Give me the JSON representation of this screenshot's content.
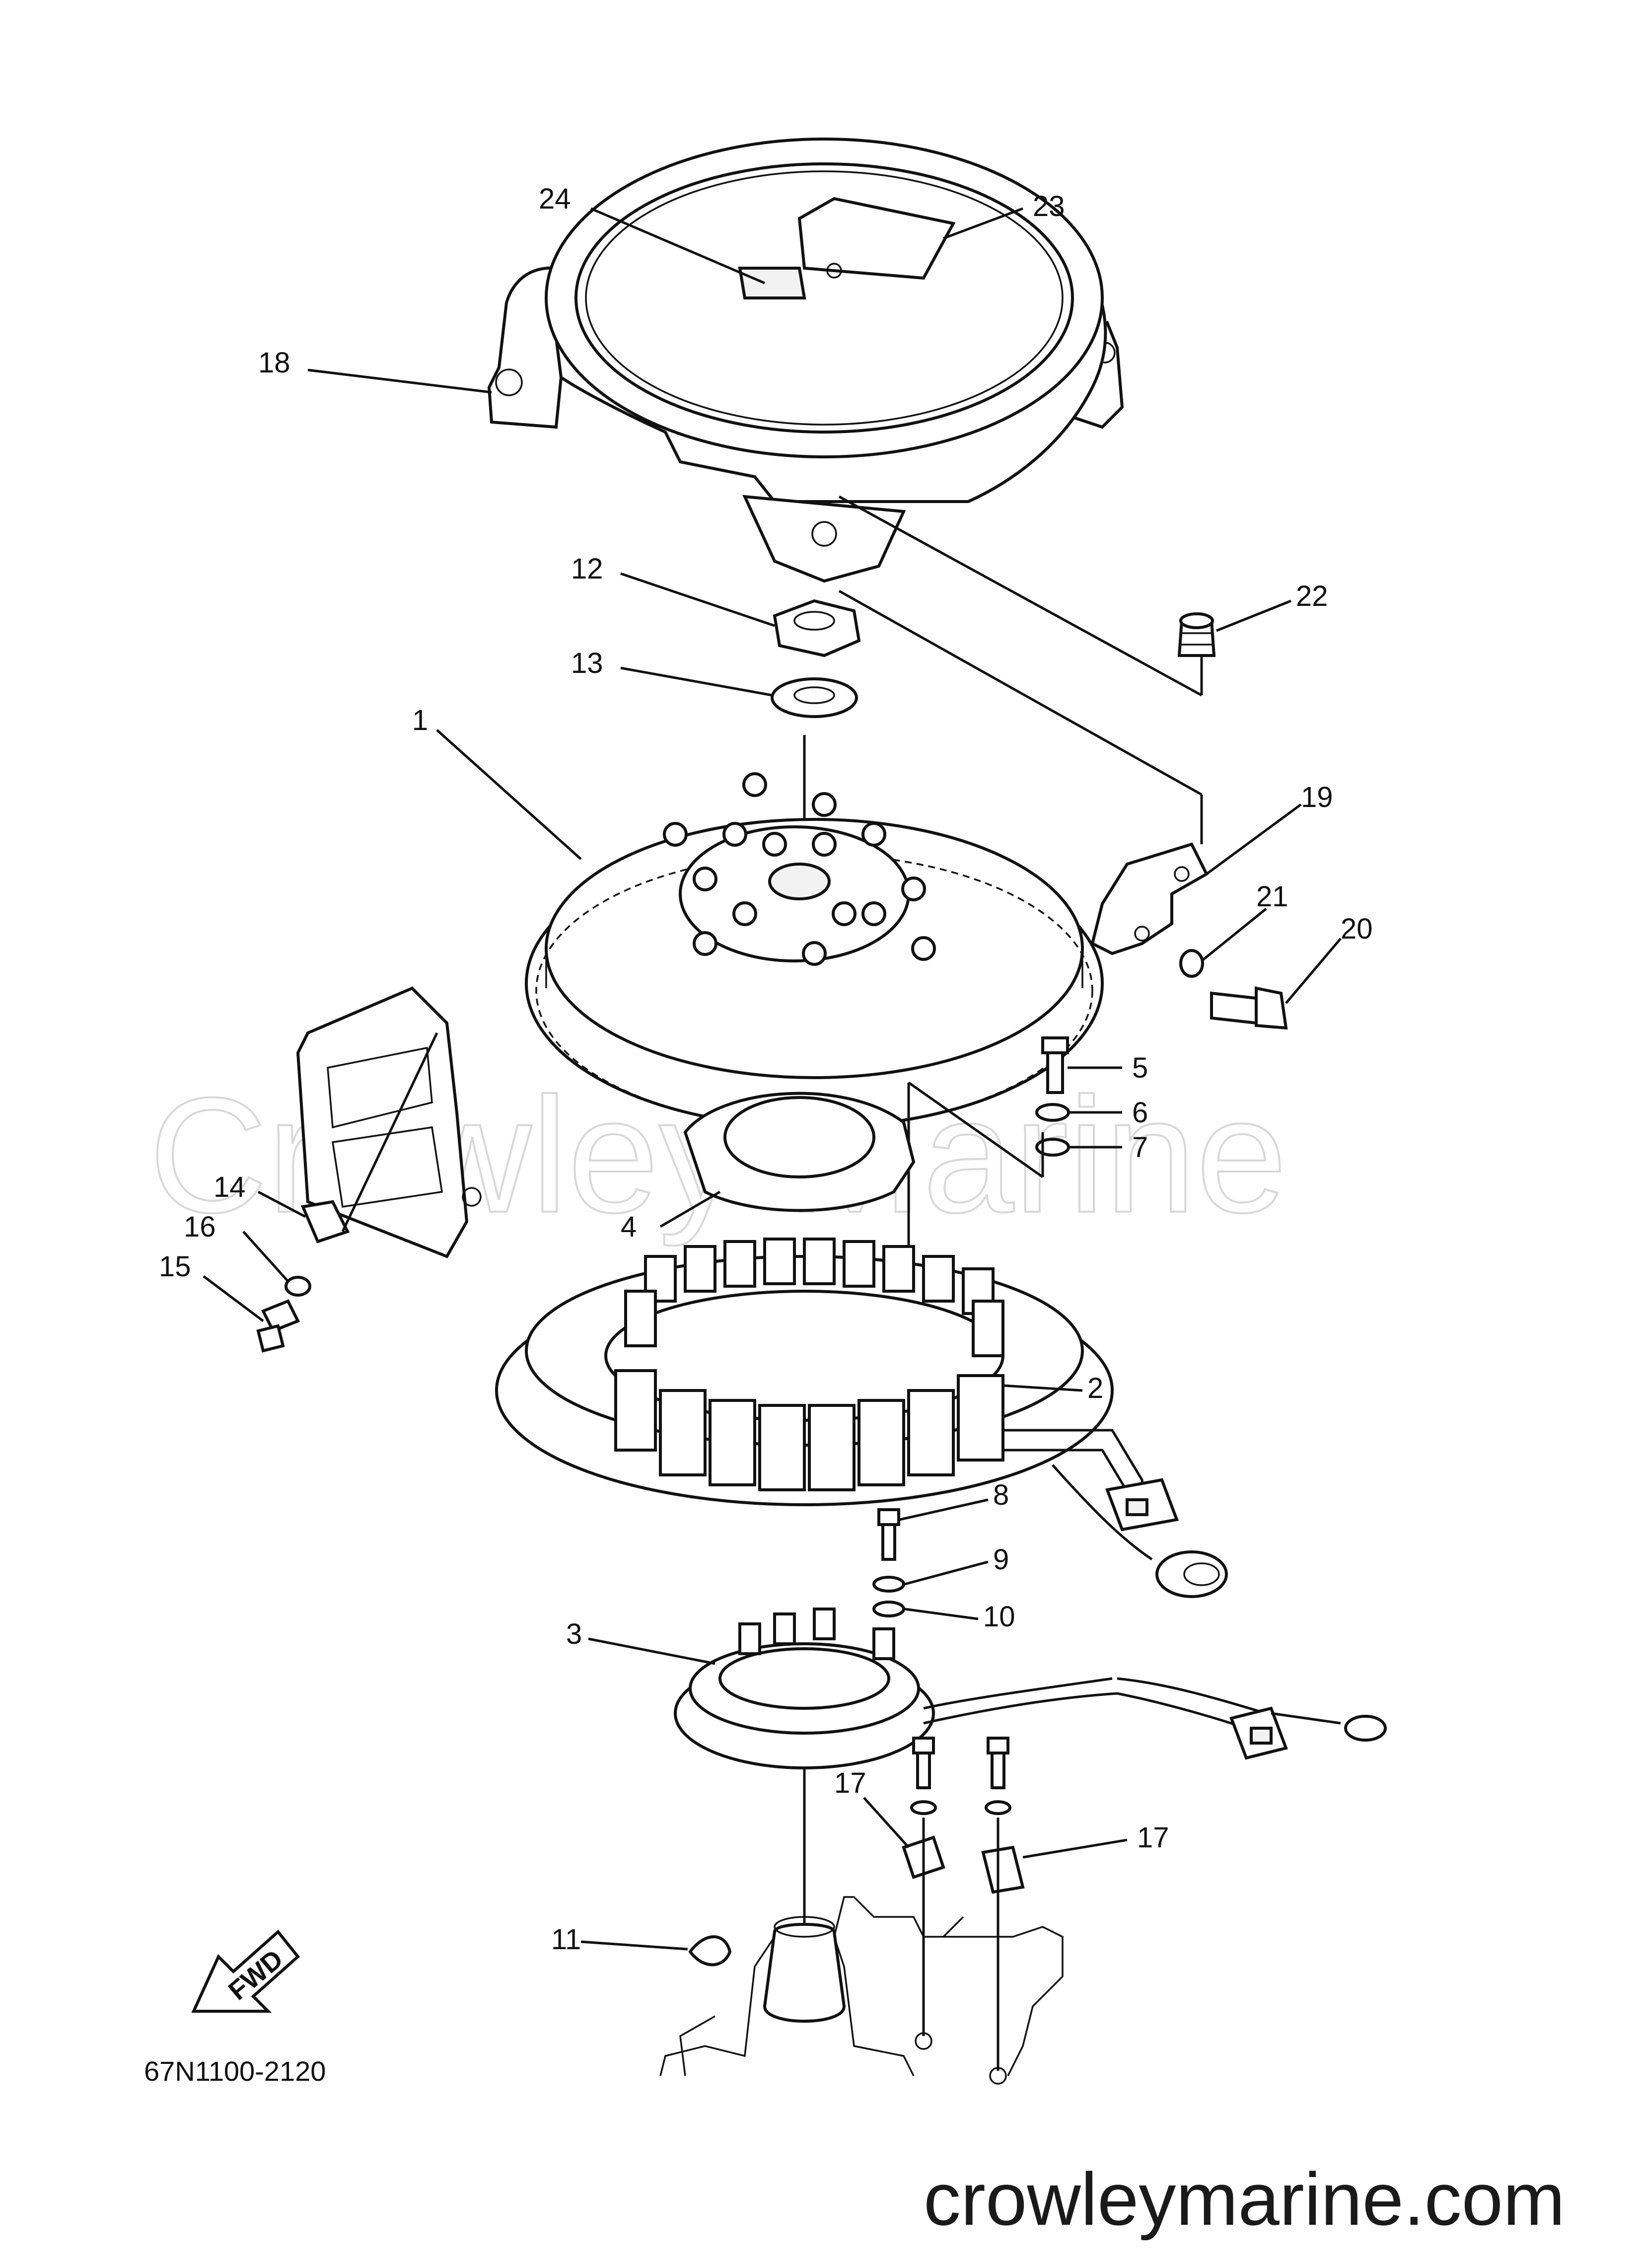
{
  "watermark": "Crawley Marine",
  "website": "crowleymarine.com",
  "diagram_code": "67N1100-2120",
  "fwd_label": "FWD",
  "callouts": {
    "c1": "1",
    "c2": "2",
    "c3": "3",
    "c4": "4",
    "c5": "5",
    "c6": "6",
    "c7": "7",
    "c8": "8",
    "c9": "9",
    "c10": "10",
    "c11": "11",
    "c12": "12",
    "c13": "13",
    "c14": "14",
    "c15": "15",
    "c16": "16",
    "c17a": "17",
    "c17b": "17",
    "c18": "18",
    "c19": "19",
    "c20": "20",
    "c21": "21",
    "c22": "22",
    "c23": "23",
    "c24": "24"
  }
}
